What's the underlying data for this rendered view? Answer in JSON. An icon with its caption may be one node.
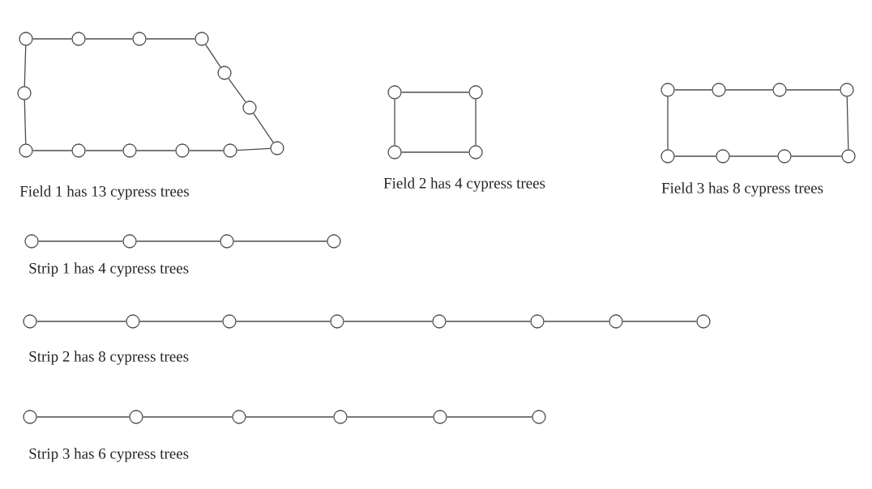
{
  "diagram": {
    "nodes": [
      {
        "text": [],
        "shape": "circle"
      },
      {
        "text": [],
        "shape": "circle"
      },
      {
        "text": [],
        "shape": "circle"
      },
      {
        "text": [],
        "shape": "circle"
      },
      {
        "text": [],
        "shape": "circle"
      },
      {
        "text": [],
        "shape": "circle"
      },
      {
        "text": [],
        "shape": "circle"
      },
      {
        "text": [],
        "shape": "circle"
      },
      {
        "text": [],
        "shape": "circle"
      },
      {
        "text": [],
        "shape": "circle"
      },
      {
        "text": [],
        "shape": "circle"
      },
      {
        "text": [],
        "shape": "circle"
      },
      {
        "text": [],
        "shape": "circle"
      },
      {
        "text": [],
        "shape": "circle"
      },
      {
        "text": [],
        "shape": "circle"
      },
      {
        "text": [],
        "shape": "circle"
      },
      {
        "text": [],
        "shape": "circle"
      },
      {
        "text": [],
        "shape": "circle"
      },
      {
        "text": [],
        "shape": "circle"
      },
      {
        "text": [],
        "shape": "circle"
      },
      {
        "text": [],
        "shape": "circle"
      },
      {
        "text": [],
        "shape": "circle"
      },
      {
        "text": [],
        "shape": "circle"
      },
      {
        "text": [],
        "shape": "circle"
      },
      {
        "text": [],
        "shape": "circle"
      },
      {
        "text": [],
        "shape": "circle"
      },
      {
        "text": [],
        "shape": "circle"
      },
      {
        "text": [],
        "shape": "circle"
      },
      {
        "text": [],
        "shape": "circle"
      },
      {
        "text": [],
        "shape": "circle"
      },
      {
        "text": [],
        "shape": "circle"
      },
      {
        "text": [],
        "shape": "circle"
      },
      {
        "text": [],
        "shape": "circle"
      },
      {
        "text": [],
        "shape": "circle"
      },
      {
        "text": [],
        "shape": "circle"
      },
      {
        "text": [],
        "shape": "circle"
      },
      {
        "text": [],
        "shape": "circle"
      },
      {
        "text": [],
        "shape": "circle"
      },
      {
        "text": [],
        "shape": "circle"
      },
      {
        "text": [],
        "shape": "circle"
      },
      {
        "text": [],
        "shape": "circle"
      },
      {
        "text": [],
        "shape": "circle"
      },
      {
        "text": [],
        "shape": "circle"
      }
    ],
    "edges": [
      {
        "from": 0,
        "to": 1,
        "arrow": "none"
      },
      {
        "from": 1,
        "to": 2,
        "arrow": "none"
      },
      {
        "from": 2,
        "to": 3,
        "arrow": "none"
      },
      {
        "from": 3,
        "to": 4,
        "arrow": "none"
      },
      {
        "from": 4,
        "to": 5,
        "arrow": "none"
      },
      {
        "from": 5,
        "to": 6,
        "arrow": "none"
      },
      {
        "from": 6,
        "to": 7,
        "arrow": "none"
      },
      {
        "from": 7,
        "to": 8,
        "arrow": "none"
      },
      {
        "from": 8,
        "to": 9,
        "arrow": "none"
      },
      {
        "from": 9,
        "to": 10,
        "arrow": "none"
      },
      {
        "from": 10,
        "to": 11,
        "arrow": "none"
      },
      {
        "from": 11,
        "to": 12,
        "arrow": "none"
      },
      {
        "from": 12,
        "to": 0,
        "arrow": "none"
      },
      {
        "from": 13,
        "to": 14,
        "arrow": "none"
      },
      {
        "from": 14,
        "to": 15,
        "arrow": "none"
      },
      {
        "from": 15,
        "to": 16,
        "arrow": "none"
      },
      {
        "from": 16,
        "to": 13,
        "arrow": "none"
      },
      {
        "from": 17,
        "to": 18,
        "arrow": "none"
      },
      {
        "from": 18,
        "to": 19,
        "arrow": "none"
      },
      {
        "from": 19,
        "to": 20,
        "arrow": "none"
      },
      {
        "from": 20,
        "to": 21,
        "arrow": "none"
      },
      {
        "from": 21,
        "to": 22,
        "arrow": "none"
      },
      {
        "from": 22,
        "to": 23,
        "arrow": "none"
      },
      {
        "from": 23,
        "to": 24,
        "arrow": "none"
      },
      {
        "from": 24,
        "to": 17,
        "arrow": "none"
      },
      {
        "from": 25,
        "to": 26,
        "arrow": "none"
      },
      {
        "from": 26,
        "to": 27,
        "arrow": "none"
      },
      {
        "from": 27,
        "to": 28,
        "arrow": "none"
      },
      {
        "from": 29,
        "to": 30,
        "arrow": "none"
      },
      {
        "from": 30,
        "to": 31,
        "arrow": "none"
      },
      {
        "from": 31,
        "to": 32,
        "arrow": "none"
      },
      {
        "from": 32,
        "to": 33,
        "arrow": "none"
      },
      {
        "from": 33,
        "to": 34,
        "arrow": "none"
      },
      {
        "from": 34,
        "to": 35,
        "arrow": "none"
      },
      {
        "from": 35,
        "to": 36,
        "arrow": "none"
      },
      {
        "from": 37,
        "to": 38,
        "arrow": "none"
      },
      {
        "from": 38,
        "to": 39,
        "arrow": "none"
      },
      {
        "from": 39,
        "to": 40,
        "arrow": "none"
      },
      {
        "from": 40,
        "to": 41,
        "arrow": "none"
      },
      {
        "from": 41,
        "to": 42,
        "arrow": "none"
      }
    ],
    "labels": [
      "Field 1 has 13 cypress trees",
      "Field 2 has 4 cypress trees",
      "Field 3 has 8 cypress trees",
      "Strip 1 has 4 cypress trees",
      "Strip 2 has 8 cypress trees",
      "Strip 3 has 6 cypress trees"
    ]
  }
}
